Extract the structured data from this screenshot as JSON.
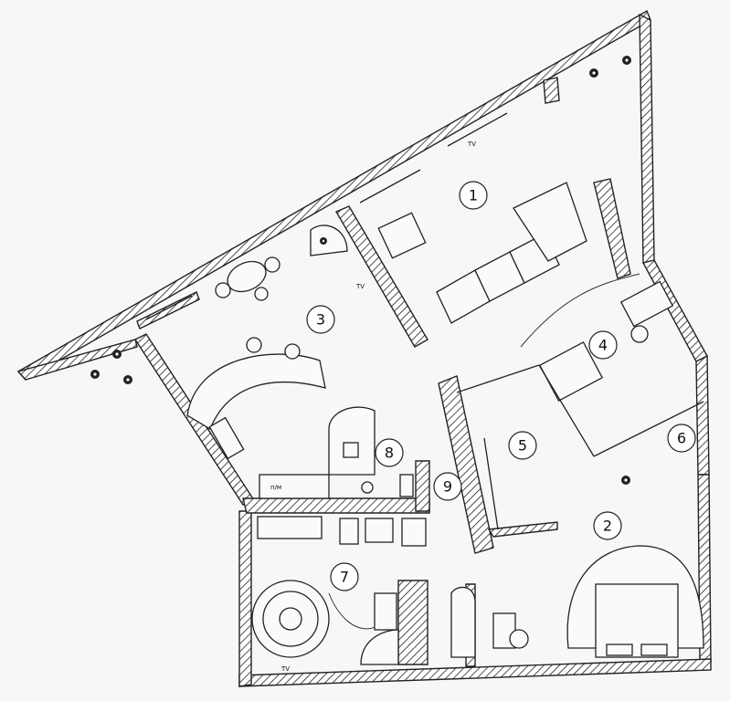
{
  "rooms": [
    {
      "id": "1",
      "label": "1"
    },
    {
      "id": "2",
      "label": "2"
    },
    {
      "id": "3",
      "label": "3"
    },
    {
      "id": "4",
      "label": "4"
    },
    {
      "id": "5",
      "label": "5"
    },
    {
      "id": "6",
      "label": "6"
    },
    {
      "id": "7",
      "label": "7"
    },
    {
      "id": "8",
      "label": "8"
    },
    {
      "id": "9",
      "label": "9"
    }
  ],
  "labels": {
    "tv_kitchen": "TV",
    "tv_bath": "TV",
    "tv_living": "TV",
    "fridge": "п/м"
  }
}
